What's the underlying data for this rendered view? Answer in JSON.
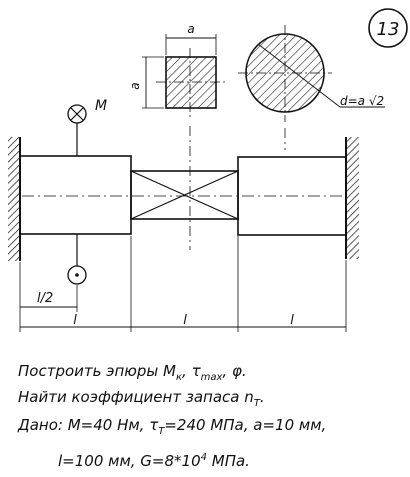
{
  "problem_number": "13",
  "square_label": "a",
  "square_side_label": "a",
  "circle_label": "d=a √2",
  "moment_label": "M",
  "half_length_label": "l/2",
  "length_labels": [
    "l",
    "l",
    "l"
  ],
  "task": {
    "line1": "Построить эпюры M",
    "line1_sub1": "к",
    "line1_mid": ", τ",
    "line1_sub2": "max",
    "line1_end": ", φ.",
    "line2": "Найти коэффициент запаса n",
    "line2_sub": "T",
    "line2_end": ".",
    "line3_a": "Дано: M=40 Нм, τ",
    "line3_sub": "T",
    "line3_b": "=240 МПа, a=10 мм,",
    "line4_a": "l=100 мм, G=8*10",
    "line4_sup": "4",
    "line4_b": " МПа."
  }
}
